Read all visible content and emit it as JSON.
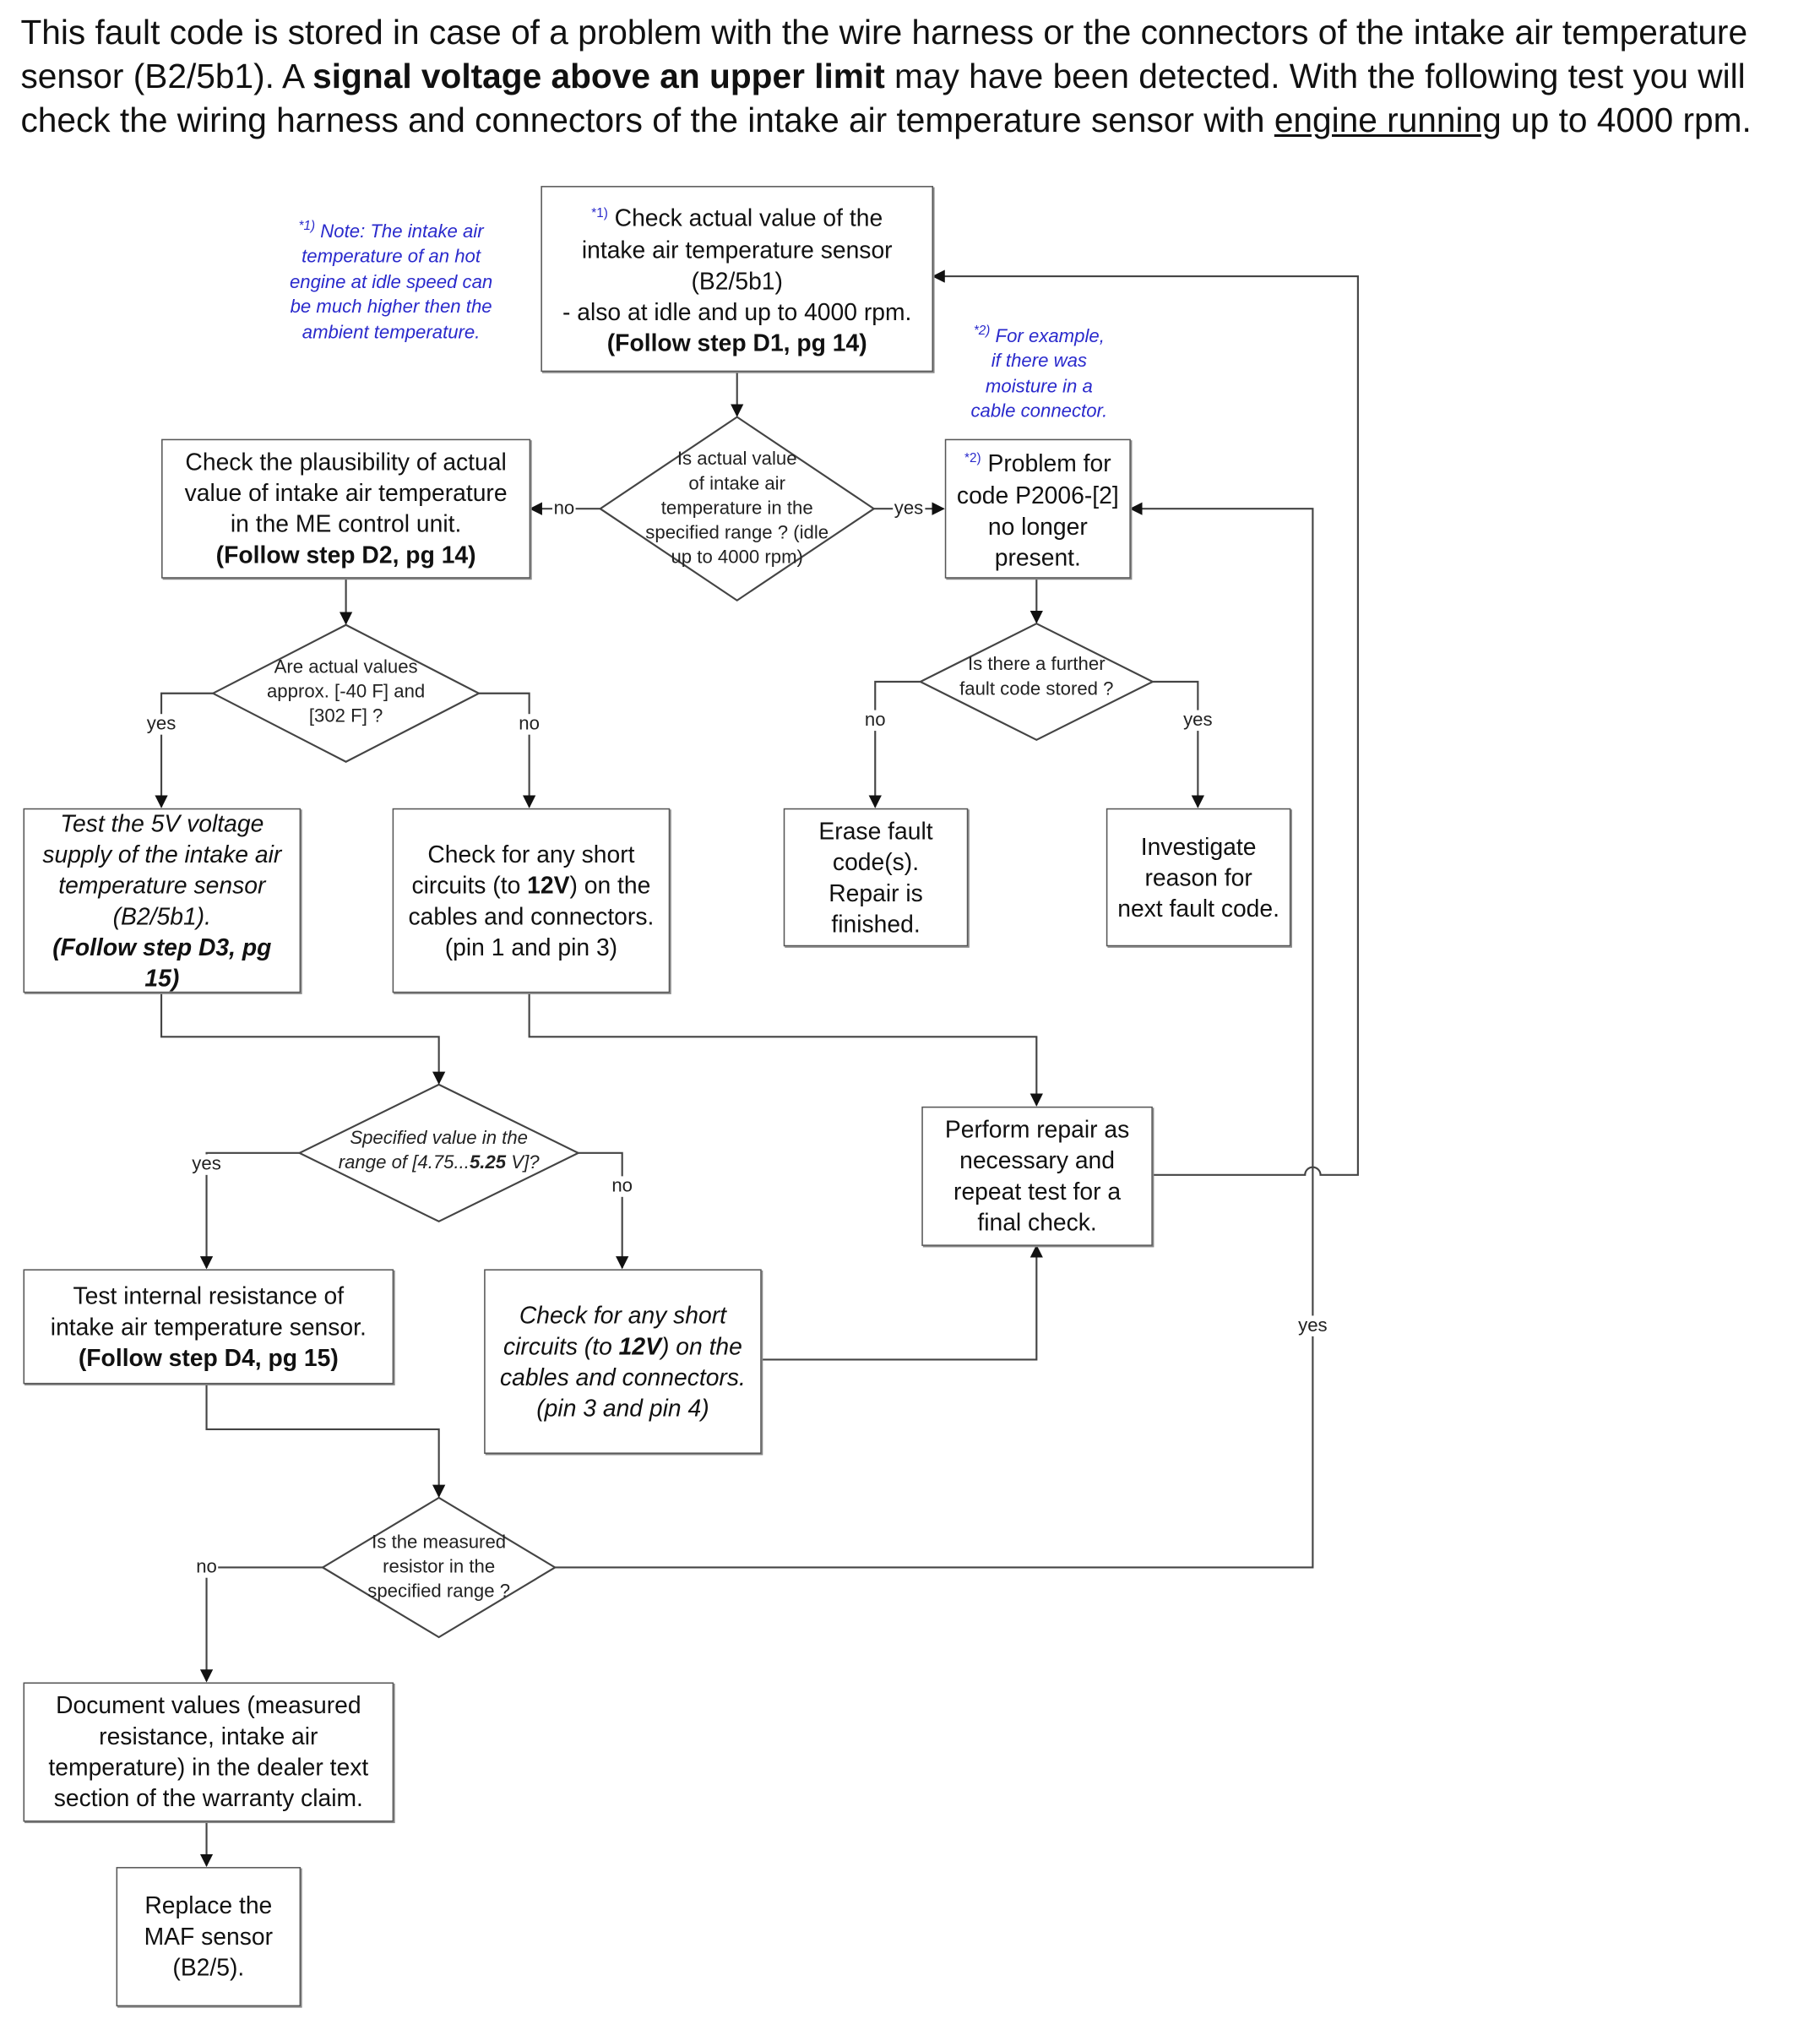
{
  "intro": {
    "line1": "This fault code is stored in case of a problem with the wire harness or the connectors of the intake air temperature",
    "line2_a": "sensor (B2/5b1). A ",
    "line2_bold": "signal voltage above an upper limit",
    "line2_b": " may have been detected. With the following test you will",
    "line3_a": "check the wiring harness and connectors of the intake air temperature sensor with ",
    "line3_underline": "engine running",
    "line3_b": " up to 4000 rpm."
  },
  "notes": {
    "note1": {
      "marker": "*1)",
      "lines": [
        "Note: The intake air",
        "temperature of an hot",
        "engine at idle speed can",
        "be much higher then the",
        "ambient temperature."
      ]
    },
    "note2": {
      "marker": "*2)",
      "lines": [
        "For example,",
        "if there was",
        "moisture in a",
        "cable connector."
      ]
    }
  },
  "boxes": {
    "check_actual": {
      "marker": "*1)",
      "lines": [
        "Check actual value of the",
        "intake air temperature sensor",
        "(B2/5b1)",
        "- also at idle and up to 4000 rpm.",
        "(Follow step D1, pg 14)"
      ]
    },
    "plausibility": {
      "lines": [
        "Check the plausibility of actual",
        "value of intake air temperature",
        "in the ME control unit.",
        "(Follow step D2, pg 14)"
      ]
    },
    "problem_gone": {
      "marker": "*2)",
      "lines": [
        "Problem for",
        "code P2006-[2]",
        "no longer",
        "present."
      ]
    },
    "test_5v": {
      "lines": [
        "Test the 5V voltage",
        "supply of the intake air",
        "temperature sensor",
        "(B2/5b1).",
        "(Follow step D3, pg",
        "15)"
      ]
    },
    "short_pin13": {
      "lines": [
        "Check for any short",
        "circuits (to ",
        "12V",
        ") on the",
        "cables and connectors.",
        "(pin 1 and pin 3)"
      ]
    },
    "erase": {
      "lines": [
        "Erase fault",
        "code(s).",
        "Repair is",
        "finished."
      ]
    },
    "investigate": {
      "lines": [
        "Investigate",
        "reason for",
        "next fault code."
      ]
    },
    "perform_repair": {
      "lines": [
        "Perform repair as",
        "necessary and",
        "repeat test  for a",
        "final check."
      ]
    },
    "internal_resistance": {
      "lines": [
        "Test internal resistance of",
        "intake air temperature sensor.",
        "(Follow step D4, pg 15)"
      ]
    },
    "short_pin34": {
      "lines": [
        "Check for any short",
        "circuits (to ",
        "12V",
        ") on the",
        "cables and connectors.",
        "(pin 3 and pin 4)"
      ]
    },
    "document": {
      "lines": [
        "Document values (measured",
        "resistance, intake air",
        "temperature) in the dealer text",
        "section of the warranty claim."
      ]
    },
    "replace_maf": {
      "lines": [
        "Replace the",
        "MAF sensor",
        "(B2/5)."
      ]
    }
  },
  "decisions": {
    "in_range": [
      "Is actual value",
      "of intake air",
      "temperature in the",
      "specified range ? (idle",
      "up to 4000 rpm)"
    ],
    "approx": [
      "Are actual values",
      "approx. [-40 F] and",
      "[302 F] ?"
    ],
    "further_code": [
      "Is there a further",
      "fault code stored ?"
    ],
    "voltage": {
      "a": "Specified value in the",
      "b": "range of [4.75...",
      "c": "5.25",
      "d": " V]?"
    },
    "resistor": [
      "Is the measured",
      "resistor in the",
      "specified range ?"
    ]
  },
  "labels": {
    "yes": "yes",
    "no": "no"
  },
  "colors": {
    "note": "#2a2acc",
    "line": "#444444"
  }
}
